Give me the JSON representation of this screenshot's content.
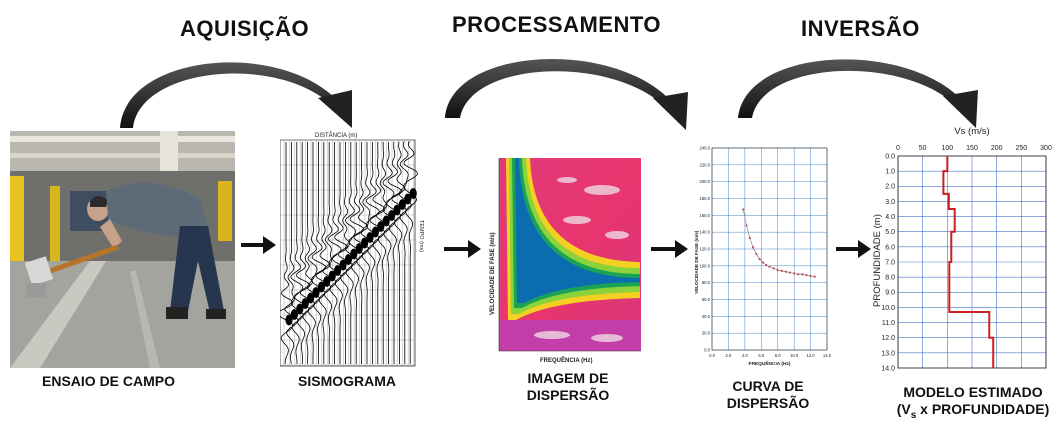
{
  "stages": {
    "acquisition": "AQUISIÇÃO",
    "processing": "PROCESSAMENTO",
    "inversion": "INVERSÃO"
  },
  "captions": {
    "field_test": "ENSAIO DE CAMPO",
    "seismogram": "SISMOGRAMA",
    "dispersion_image_line1": "IMAGEM DE",
    "dispersion_image_line2": "DISPERSÃO",
    "dispersion_curve_line1": "CURVA DE",
    "dispersion_curve_line2": "DISPERSÃO",
    "model_line1": "MODELO ESTIMADO",
    "model_line2_prefix": "(V",
    "model_line2_sub": "s",
    "model_line2_suffix": " x PROFUNDIDADE)"
  },
  "seismogram": {
    "top_label": "DISTÂNCIA (m)",
    "side_label": "TEMPO (ms)"
  },
  "dispersion_image": {
    "ylabel": "VELOCIDADE DE FASE (m/s)",
    "xlabel": "FREQUÊNCIA (Hz)"
  },
  "chart_data": [
    {
      "type": "scatter",
      "title": "",
      "xlabel": "FREQUÊNCIA (Hz)",
      "ylabel": "VELOCIDADE DE FASE (m/s)",
      "xlim": [
        0,
        14
      ],
      "ylim": [
        0,
        240
      ],
      "x_ticks": [
        "0.0",
        "2.0",
        "4.0",
        "6.0",
        "8.0",
        "10.0",
        "12.0",
        "14.0"
      ],
      "y_ticks": [
        "0.0",
        "20.0",
        "40.0",
        "60.0",
        "80.0",
        "100.0",
        "120.0",
        "140.0",
        "160.0",
        "180.0",
        "200.0",
        "220.0",
        "240.0"
      ],
      "grid": true,
      "color": "#c0504d",
      "x": [
        3.8,
        4.2,
        4.6,
        5.0,
        5.4,
        5.8,
        6.2,
        6.6,
        7.0,
        7.5,
        8.0,
        8.5,
        9.0,
        9.5,
        10.0,
        10.5,
        11.0,
        11.5,
        12.0,
        12.5
      ],
      "y": [
        167,
        148,
        133,
        122,
        114,
        108,
        104,
        101,
        99,
        97,
        95,
        94,
        93,
        92,
        91,
        90,
        90,
        89,
        88,
        87
      ]
    },
    {
      "type": "line",
      "title": "",
      "xlabel": "Vs (m/s)",
      "ylabel": "PROFUNDIDADE (m)",
      "xlim": [
        0,
        300
      ],
      "ylim": [
        0,
        14
      ],
      "x_ticks": [
        "0",
        "50",
        "100",
        "150",
        "200",
        "250",
        "300"
      ],
      "y_ticks": [
        "0.0",
        "1.0",
        "2.0",
        "3.0",
        "4.0",
        "5.0",
        "6.0",
        "7.0",
        "8.0",
        "9.0",
        "10.0",
        "11.0",
        "12.0",
        "13.0",
        "14.0"
      ],
      "grid": true,
      "color": "#cc1f1f",
      "layers": [
        {
          "top": 0.0,
          "bottom": 1.0,
          "vs": 100
        },
        {
          "top": 1.0,
          "bottom": 2.5,
          "vs": 92
        },
        {
          "top": 2.5,
          "bottom": 3.5,
          "vs": 103
        },
        {
          "top": 3.5,
          "bottom": 5.0,
          "vs": 115
        },
        {
          "top": 5.0,
          "bottom": 7.0,
          "vs": 108
        },
        {
          "top": 7.0,
          "bottom": 10.3,
          "vs": 104
        },
        {
          "top": 10.3,
          "bottom": 12.0,
          "vs": 185
        },
        {
          "top": 12.0,
          "bottom": 14.0,
          "vs": 193
        }
      ]
    }
  ]
}
